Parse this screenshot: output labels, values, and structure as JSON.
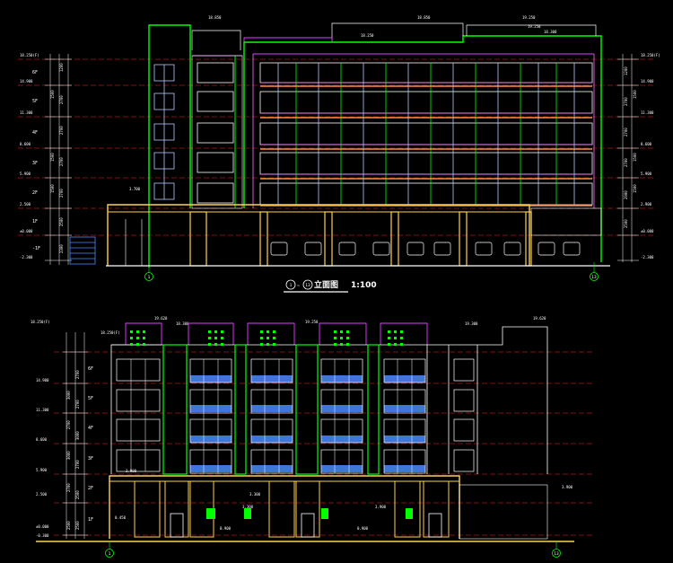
{
  "upper": {
    "title": "立面图",
    "title_axes": [
      "1",
      "13"
    ],
    "scale": "1:100",
    "axis_left": "1",
    "axis_right": "13",
    "floor_labels": [
      "6F",
      "5F",
      "4F",
      "3F",
      "2F",
      "1F",
      "-1F"
    ],
    "left_elevations": [
      "18.250(F)",
      "14.900",
      "11.300",
      "8.600",
      "5.900",
      "2.500",
      "±0.000",
      "-2.300"
    ],
    "right_elevations": [
      "18.250(F)",
      "14.900",
      "11.300",
      "8.600",
      "5.900",
      "2.900",
      "±0.000",
      "-2.300"
    ],
    "top_elevations": [
      "18.850",
      "18.850",
      "19.250",
      "18.250",
      "19.250",
      "18.300"
    ],
    "canopy_elevation": "3.700",
    "left_dims": [
      "1200",
      "2700",
      "1500",
      "2700",
      "1500",
      "2700",
      "1500",
      "2700",
      "2500",
      "2300"
    ],
    "right_dims": [
      "1200",
      "2700",
      "1500",
      "2700",
      "1500",
      "2700",
      "1500",
      "2900",
      "2500"
    ]
  },
  "lower": {
    "axis_left": "1",
    "axis_right": "13",
    "floor_labels": [
      "6F",
      "5F",
      "4F",
      "3F",
      "2F",
      "1F"
    ],
    "left_elevations": [
      "18.250(F)",
      "14.900",
      "11.300",
      "8.600",
      "5.900",
      "2.500",
      "±0.000",
      "-0.300"
    ],
    "top_elevations": [
      "18.250(F)",
      "19.620",
      "18.300",
      "19.250",
      "19.300",
      "19.620"
    ],
    "canopy_elevation": "3.900",
    "right_canopy_elevation": "3.900",
    "ground_marks": [
      "0.450",
      "3.300",
      "3.300",
      "0.900",
      "3.900",
      "0.900"
    ],
    "left_dims": [
      "2700",
      "2700",
      "3000",
      "2700",
      "3000",
      "2700",
      "3000",
      "2700",
      "2500",
      "2500",
      "2500"
    ]
  },
  "colors": {
    "background": "#000000",
    "floor_line": "#ff2020",
    "wall_outline": "#00ff00",
    "window_white": "#ffffff",
    "window_pink": "#ff70ff",
    "balcony_orange": "#ff8c40",
    "frame_yellow": "#ffd24d",
    "glass_blue": "#4a8cff",
    "dimension": "#ffffff",
    "magenta_trim": "#e040ff"
  }
}
